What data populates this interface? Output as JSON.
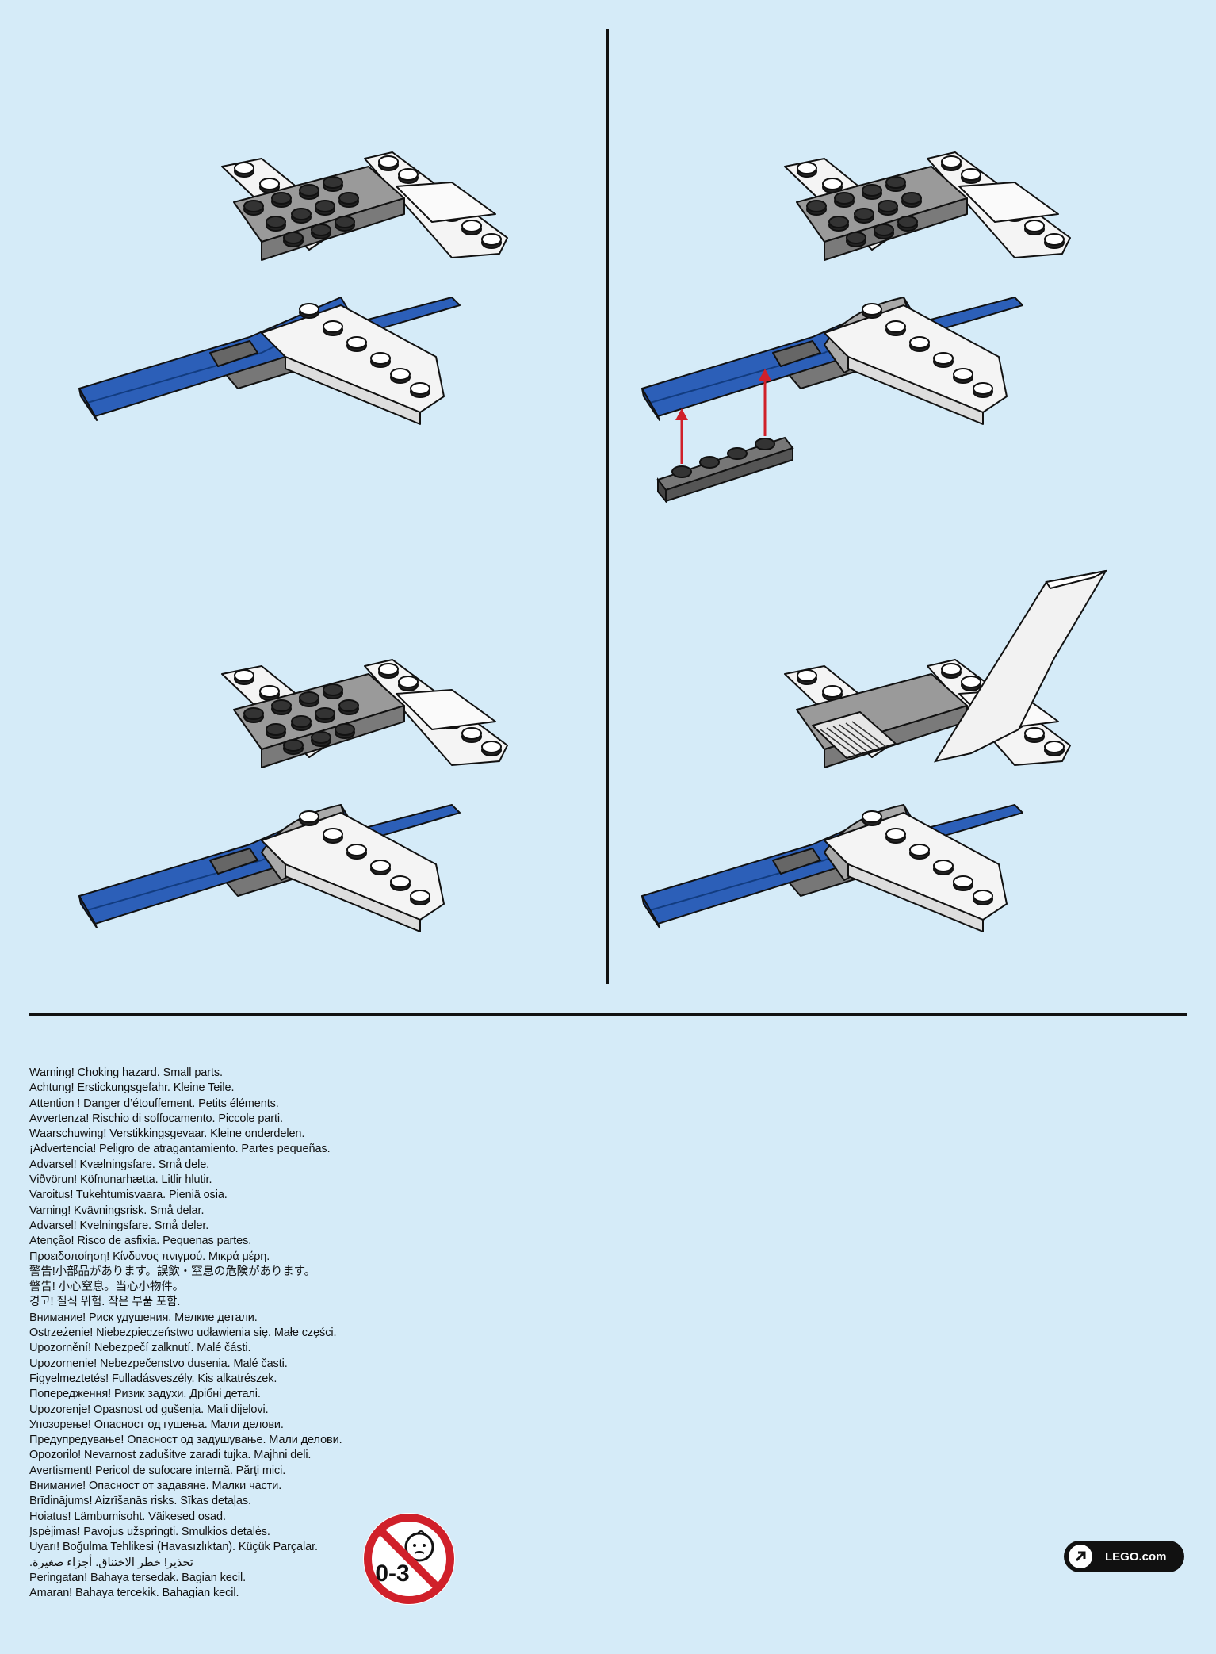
{
  "steps": [
    {
      "id": "step-1",
      "description_icon": "jet-model-icon"
    },
    {
      "id": "step-2",
      "description_icon": "jet-model-add-plate-icon"
    },
    {
      "id": "step-3",
      "description_icon": "jet-model-icon"
    },
    {
      "id": "step-4",
      "description_icon": "jet-model-with-tail-icon"
    }
  ],
  "warnings": [
    "Warning! Choking hazard. Small parts.",
    "Achtung! Erstickungsgefahr. Kleine Teile.",
    "Attention ! Danger d’étouffement. Petits éléments.",
    "Avvertenza! Rischio di soffocamento. Piccole parti.",
    "Waarschuwing! Verstikkingsgevaar. Kleine onderdelen.",
    "¡Advertencia! Peligro de atragantamiento. Partes pequeñas.",
    "Advarsel! Kvælningsfare. Små dele.",
    "Viðvörun! Köfnunarhætta. Litlir hlutir.",
    "Varoitus! Tukehtumisvaara. Pieniä osia.",
    "Varning! Kvävningsrisk. Små delar.",
    "Advarsel! Kvelningsfare. Små deler.",
    "Atenção! Risco de asfixia. Pequenas partes.",
    "Προειδοποίηση! Κίνδυνος πνιγμού. Μικρά μέρη.",
    "警告!小部品があります。誤飲・窒息の危険があります。",
    "警告! 小心窒息。当心小物件。",
    "경고! 질식 위험. 작은 부품 포함.",
    "Внимание! Риск удушения. Мелкие детали.",
    "Ostrzeżenie! Niebezpieczeństwo udławienia się. Małe części.",
    "Upozornění! Nebezpečí zalknutí. Malé části.",
    "Upozornenie! Nebezpečenstvo dusenia. Malé časti.",
    "Figyelmeztetés! Fulladásveszély. Kis alkatrészek.",
    "Попередження! Ризик задухи. Дрібні деталі.",
    "Upozorenje! Opasnost od gušenja. Mali dijelovi.",
    "Упозорење! Опасност од гушења. Мали делови.",
    "Предупредување! Опасност од задушување. Мали делови.",
    "Opozorilo! Nevarnost zadušitve zaradi tujka. Majhni deli.",
    "Avertisment! Pericol de sufocare internă. Părți mici.",
    "Внимание! Опасност от задавяне. Малки части.",
    "Brīdinājums! Aizrīšanās risks. Sīkas detaļas.",
    "Hoiatus! Lämbumisoht. Väikesed osad.",
    "Įspėjimas! Pavojus užspringti. Smulkios detalės.",
    "Uyarı! Boğulma Tehlikesi (Havasızlıktan). Küçük Parçalar.",
    "تحذير! خطر الاختناق. أجزاء صغيرة.",
    "Peringatan! Bahaya tersedak. Bagian kecil.",
    "Amaran! Bahaya tercekik. Bahagian kecil."
  ],
  "age_icon": {
    "name": "no-children-0-3-icon",
    "label": "0-3"
  },
  "lego_link": {
    "label": "LEGO.com",
    "icon": "arrow-up-right-icon"
  },
  "colors": {
    "background": "#d5ebf8",
    "blue": "#2c5fb8",
    "gray": "#9a9a9a",
    "dark": "#5a5a5a",
    "red": "#d0202a"
  }
}
